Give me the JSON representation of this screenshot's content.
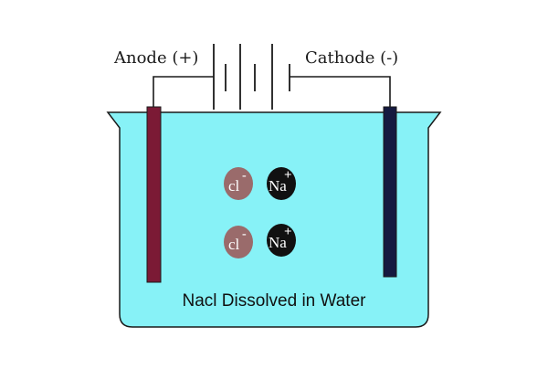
{
  "labels": {
    "anode": "Anode (+)",
    "cathode": "Cathode (-)",
    "caption": "Nacl Dissolved in Water"
  },
  "ions": {
    "chloride": {
      "symbol": "cl",
      "charge": "-"
    },
    "sodium": {
      "symbol": "Na",
      "charge": "+"
    }
  },
  "colors": {
    "water": "#87f2f7",
    "beaker_outline": "#1a1a1a",
    "anode_rod": "#7b1a35",
    "cathode_rod": "#151a40",
    "chloride_ion": "#9a6b6b",
    "sodium_ion": "#111111",
    "ion_text_light": "#ffffff"
  }
}
